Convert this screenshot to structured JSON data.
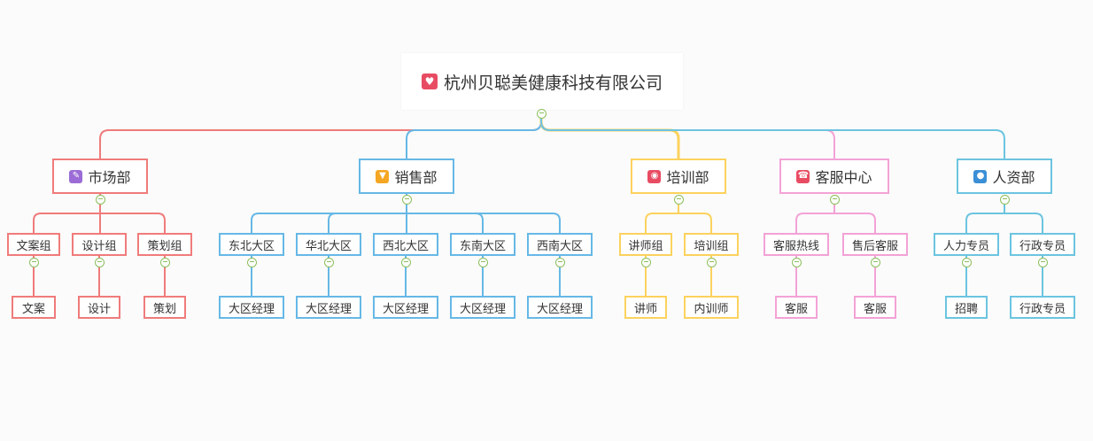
{
  "colors": {
    "market": "#f07b7b",
    "sales": "#66b8e6",
    "training": "#fcd25e",
    "service": "#f3a2d6",
    "hr": "#6cc4e0",
    "root_icon": "#e84c63",
    "toggle": "#8cbf5c"
  },
  "chart_data": {
    "type": "org-chart",
    "root": {
      "label": "杭州贝聪美健康科技有限公司",
      "icon": "heart-icon",
      "children": [
        {
          "label": "市场部",
          "icon": "pencil-icon",
          "color": "#f07b7b",
          "icon_color": "#9b6cd6",
          "children": [
            {
              "label": "文案组",
              "children": [
                {
                  "label": "文案"
                }
              ]
            },
            {
              "label": "设计组",
              "children": [
                {
                  "label": "设计"
                }
              ]
            },
            {
              "label": "策划组",
              "children": [
                {
                  "label": "策划"
                }
              ]
            }
          ]
        },
        {
          "label": "销售部",
          "icon": "trophy-icon",
          "color": "#66b8e6",
          "icon_color": "#f5a623",
          "children": [
            {
              "label": "东北大区",
              "children": [
                {
                  "label": "大区经理"
                }
              ]
            },
            {
              "label": "华北大区",
              "children": [
                {
                  "label": "大区经理"
                }
              ]
            },
            {
              "label": "西北大区",
              "children": [
                {
                  "label": "大区经理"
                }
              ]
            },
            {
              "label": "东南大区",
              "children": [
                {
                  "label": "大区经理"
                }
              ]
            },
            {
              "label": "西南大区",
              "children": [
                {
                  "label": "大区经理"
                }
              ]
            }
          ]
        },
        {
          "label": "培训部",
          "icon": "badge-icon",
          "color": "#fcd25e",
          "icon_color": "#e84c63",
          "children": [
            {
              "label": "讲师组",
              "children": [
                {
                  "label": "讲师"
                }
              ]
            },
            {
              "label": "培训组",
              "children": [
                {
                  "label": "内训师"
                }
              ]
            }
          ]
        },
        {
          "label": "客服中心",
          "icon": "phone-icon",
          "color": "#f3a2d6",
          "icon_color": "#e84c63",
          "children": [
            {
              "label": "客服热线",
              "children": [
                {
                  "label": "客服"
                }
              ]
            },
            {
              "label": "售后客服",
              "children": [
                {
                  "label": "客服"
                }
              ]
            }
          ]
        },
        {
          "label": "人资部",
          "icon": "people-icon",
          "color": "#6cc4e0",
          "icon_color": "#3b8fd6",
          "children": [
            {
              "label": "人力专员",
              "children": [
                {
                  "label": "招聘"
                }
              ]
            },
            {
              "label": "行政专员",
              "children": [
                {
                  "label": "行政专员"
                }
              ]
            }
          ]
        }
      ]
    }
  }
}
